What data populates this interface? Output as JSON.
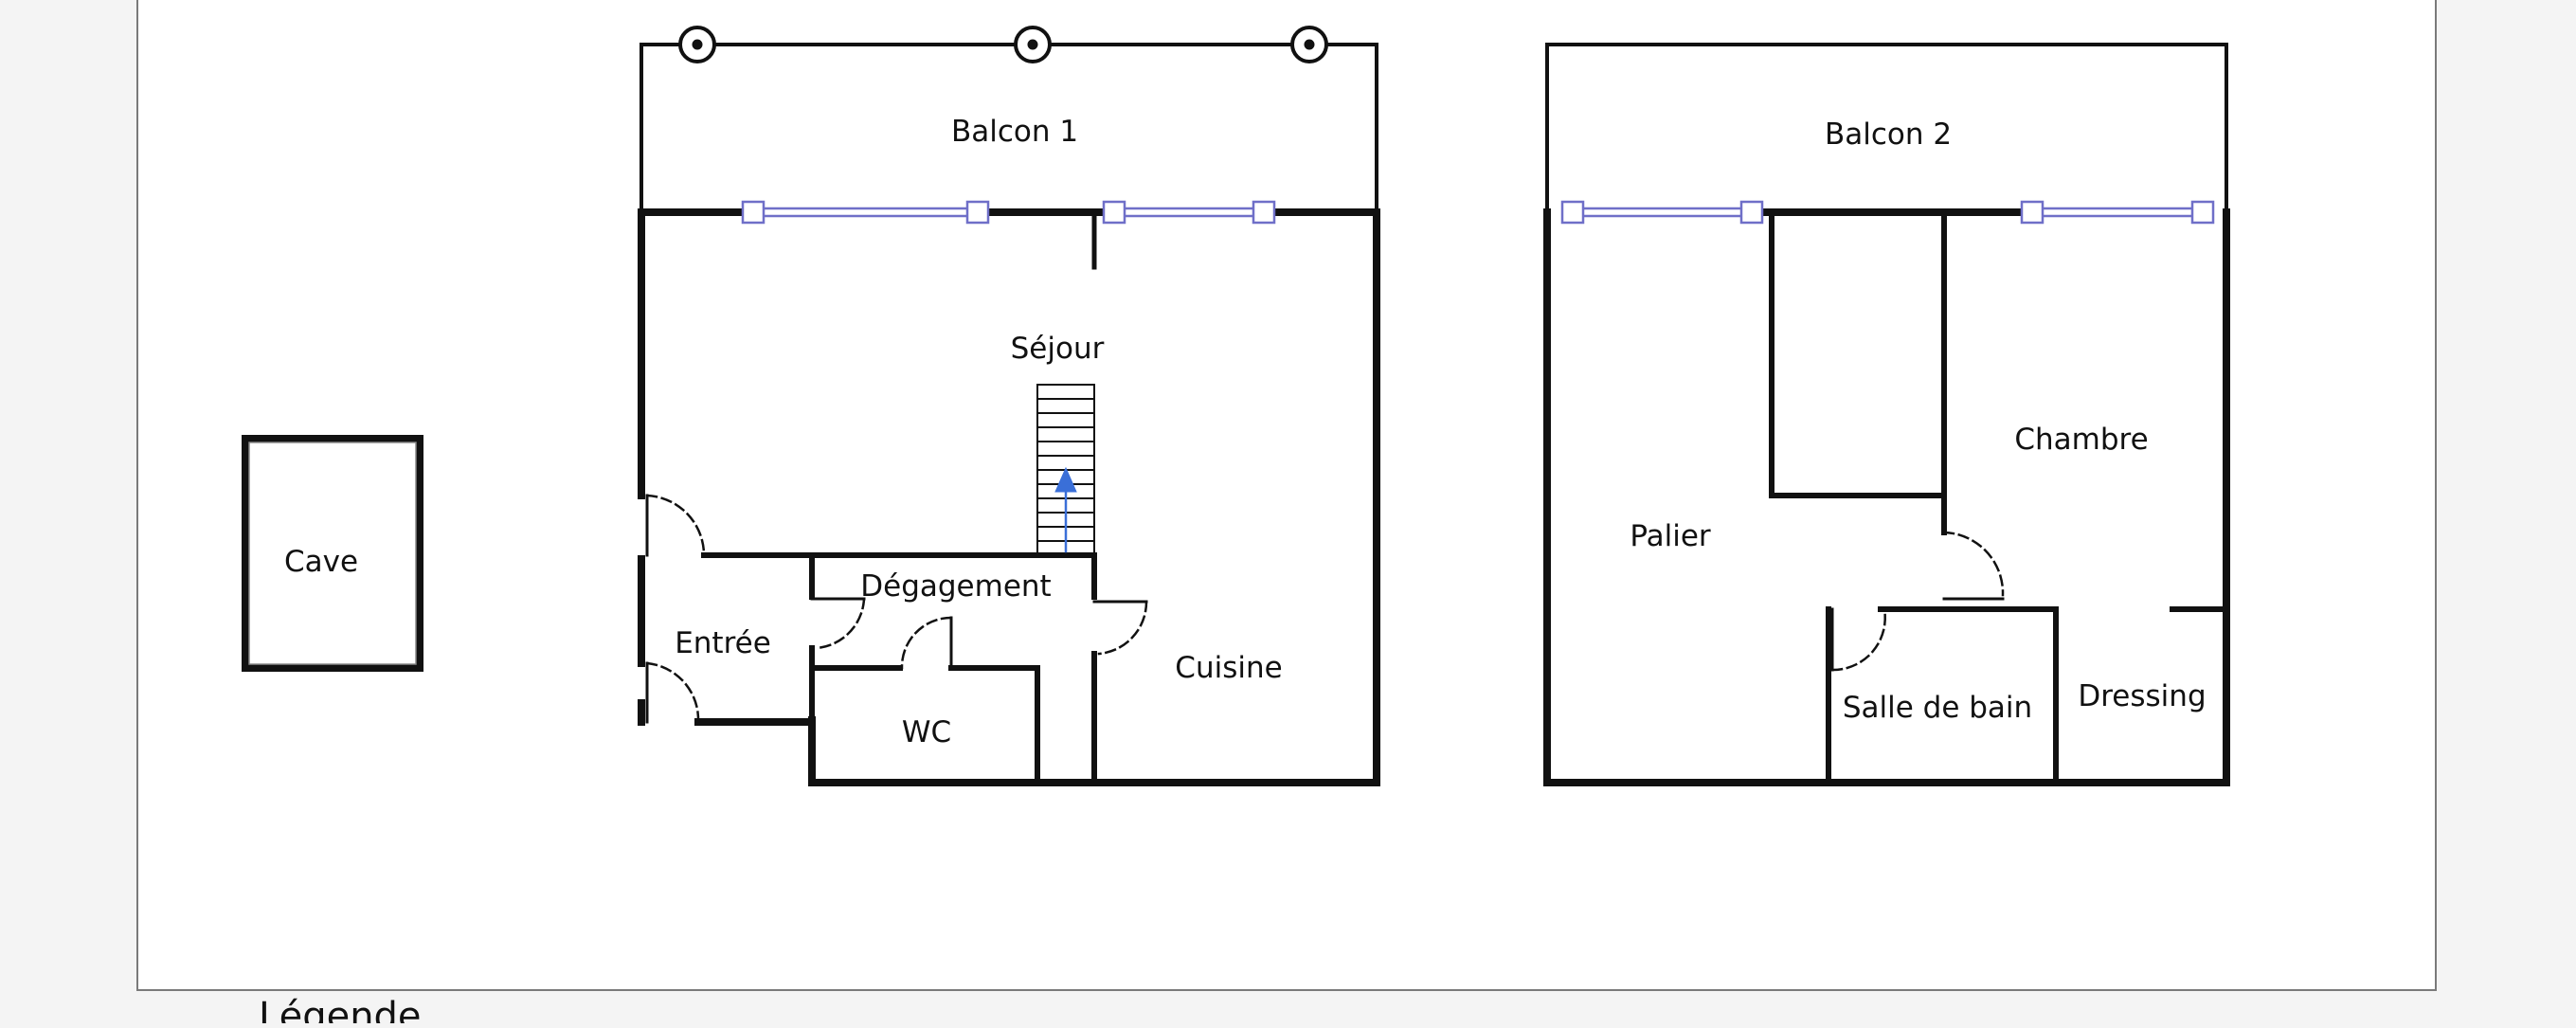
{
  "plan": {
    "rooms": {
      "balcon1": "Balcon 1",
      "balcon2": "Balcon 2",
      "sejour": "Séjour",
      "cave": "Cave",
      "degagement": "Dégagement",
      "entree": "Entrée",
      "cuisine": "Cuisine",
      "wc": "WC",
      "chambre": "Chambre",
      "palier": "Palier",
      "salle_de_bain": "Salle de bain",
      "dressing": "Dressing"
    },
    "legend": {
      "title": "Légende"
    }
  },
  "colors": {
    "background": "#f4f4f4",
    "sheet": "#ffffff",
    "wall": "#111111",
    "window": "#6f6fc8",
    "stair_arrow": "#3a6fd8"
  }
}
